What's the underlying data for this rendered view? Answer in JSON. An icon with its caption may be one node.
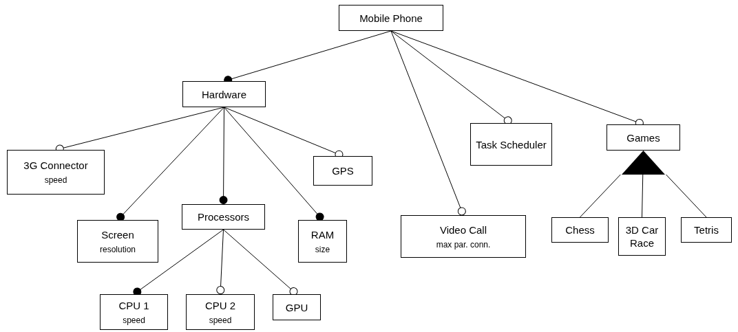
{
  "diagram": {
    "nodes": [
      {
        "text": [
          "Mobile Phone"
        ]
      },
      {
        "text": [
          "Hardware"
        ]
      },
      {
        "text": [
          "3G Connector",
          "speed"
        ]
      },
      {
        "text": [
          "Screen",
          "resolution"
        ]
      },
      {
        "text": [
          "Processors"
        ]
      },
      {
        "text": [
          "RAM",
          "size"
        ]
      },
      {
        "text": [
          "GPS"
        ]
      },
      {
        "text": [
          "CPU 1",
          "speed"
        ]
      },
      {
        "text": [
          "CPU 2",
          "speed"
        ]
      },
      {
        "text": [
          "GPU"
        ]
      },
      {
        "text": [
          "Video Call",
          "max par. conn."
        ]
      },
      {
        "text": [
          "Task Scheduler"
        ]
      },
      {
        "text": [
          "Games"
        ]
      },
      {
        "text": [
          "Chess"
        ]
      },
      {
        "text": [
          "3D Car Race"
        ]
      },
      {
        "text": [
          "Tetris"
        ]
      },
      {
        "text": [],
        "shape": "triangle"
      }
    ],
    "edges": [
      {
        "from": 0,
        "to": 1,
        "arrow": "other"
      },
      {
        "from": 0,
        "to": 10,
        "arrow": "other"
      },
      {
        "from": 0,
        "to": 11,
        "arrow": "other"
      },
      {
        "from": 0,
        "to": 12,
        "arrow": "other"
      },
      {
        "from": 1,
        "to": 2,
        "arrow": "other"
      },
      {
        "from": 1,
        "to": 3,
        "arrow": "other"
      },
      {
        "from": 1,
        "to": 4,
        "arrow": "other"
      },
      {
        "from": 1,
        "to": 5,
        "arrow": "other"
      },
      {
        "from": 1,
        "to": 6,
        "arrow": "other"
      },
      {
        "from": 4,
        "to": 7,
        "arrow": "other"
      },
      {
        "from": 4,
        "to": 8,
        "arrow": "other"
      },
      {
        "from": 4,
        "to": 9,
        "arrow": "other"
      },
      {
        "from": 16,
        "to": 13,
        "arrow": "none"
      },
      {
        "from": 16,
        "to": 14,
        "arrow": "none"
      },
      {
        "from": 16,
        "to": 15,
        "arrow": "none"
      }
    ]
  }
}
